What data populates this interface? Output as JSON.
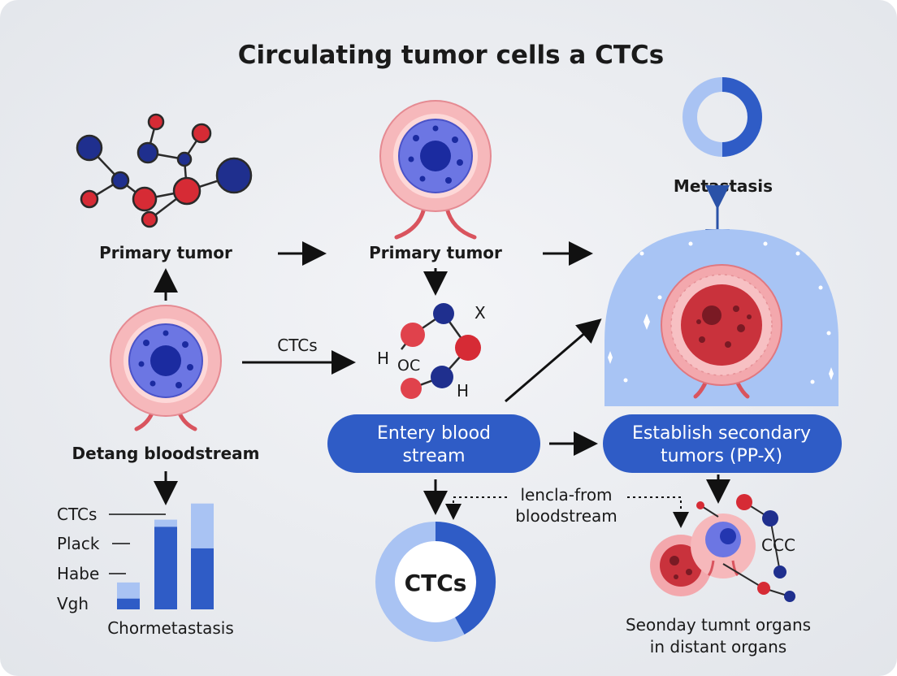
{
  "title": "Circulating tumor cells a CTCs",
  "labels": {
    "primary_tumor_left": "Primary tumor",
    "primary_tumor_center": "Primary tumor",
    "metastasis": "Metastasis",
    "detang": "Detang bloodstream",
    "ctcs_arrow": "CTCs",
    "chem_x": "X",
    "chem_h1": "H",
    "chem_oc": "OC",
    "chem_h2": "H",
    "lencla_line1": "lencla-from",
    "lencla_line2": "bloodstream",
    "ccc": "CCC",
    "seonday_line1": "Seonday tumnt organs",
    "seonday_line2": "in distant organs",
    "donut_center": "CTCs"
  },
  "pills": {
    "entery_line1": "Entery blood",
    "entery_line2": "stream",
    "establish_line1": "Establish secondary",
    "establish_line2": "tumors (PP-X)"
  },
  "colors": {
    "dark_blue": "#2f5cc6",
    "light_blue": "#a9c3f3",
    "halo_blue": "#a8c4f4",
    "pink": "#f2a5aa",
    "red": "#d62b35",
    "navy": "#1f2f8e"
  },
  "chart_data": {
    "type": "bar",
    "categories": [
      "CTCs",
      "Plack",
      "Habe",
      "Vgh"
    ],
    "xlabel": "Chormetastasis",
    "series": [
      {
        "values": [
          0.12,
          0.92,
          0.68
        ]
      },
      {
        "values": [
          0.3,
          1.0,
          1.18
        ]
      }
    ],
    "ylim": [
      0,
      1.25
    ]
  },
  "donut_top": {
    "dark_fraction": 0.5
  },
  "donut_bottom": {
    "dark_fraction": 0.42
  }
}
